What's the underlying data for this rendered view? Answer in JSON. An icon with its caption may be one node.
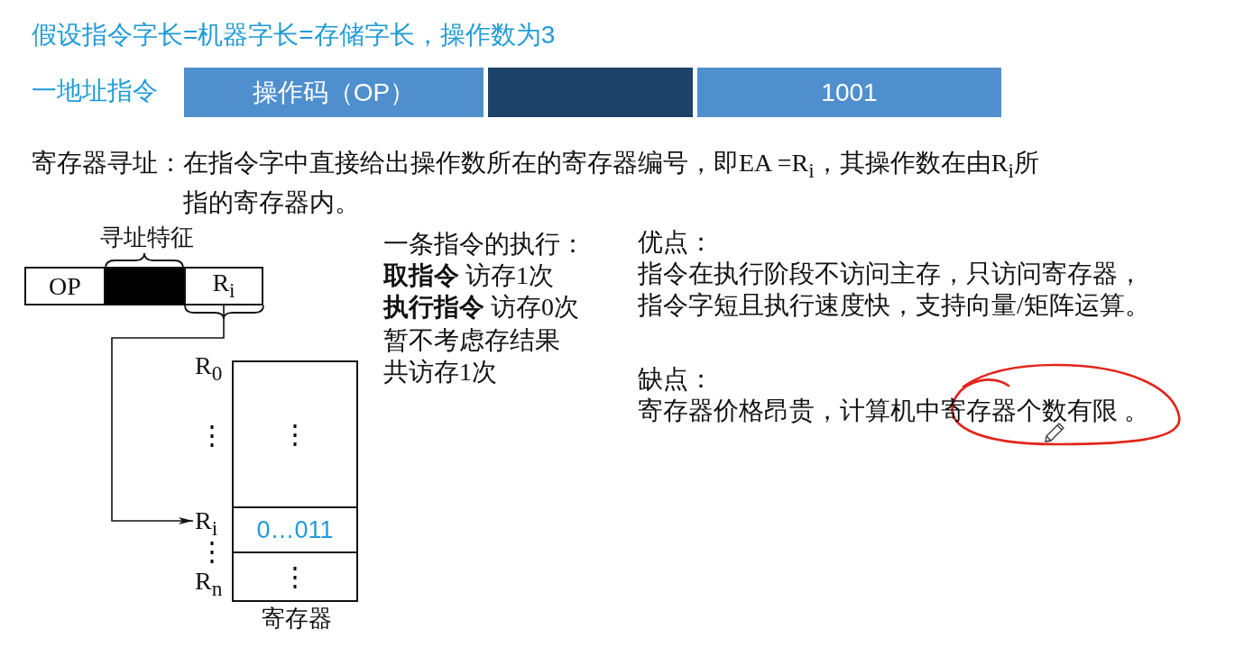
{
  "diagram": {
    "title": "假设指令字长=机器字长=存储字长，操作数为3",
    "nodes": [
      {
        "text": [
          "操作码（OP）"
        ]
      },
      {
        "text": [],
        "shape": "bar"
      },
      {
        "text": [
          "1001"
        ]
      },
      {
        "text": [
          "OP"
        ]
      },
      {
        "text": [],
        "shape": "box",
        "beside": [
          "寻址特征"
        ]
      },
      {
        "text": [
          "R$_{i}$"
        ]
      },
      {
        "text": [
          "寄存器"
        ]
      },
      {
        "text": [
          "⋮"
        ],
        "in": 6
      },
      {
        "text": [
          "0…011"
        ],
        "in": 6
      },
      {
        "text": [
          "⋮"
        ],
        "in": 6
      },
      {
        "text": [
          "R$_{i}$"
        ]
      }
    ],
    "edges": [
      {
        "from": 5,
        "to": 10,
        "arrow": "to"
      }
    ],
    "labels": [
      "一地址指令",
      "寄存器寻址：在指令字中直接给出操作数所在的寄存器编号，即EA =R$_{i}$，其操作数在由R$_{i}$所指的寄存器内。",
      "R$_{0}$",
      "⋮",
      "⋮",
      "R$_{n}$",
      "一条指令的执行：",
      "**取指令** 访存1次",
      "**执行指令** 访存0次",
      "暂不考虑存结果",
      "共访存1次",
      "优点：",
      "指令在执行阶段不访问主存，只访问寄存器，指令字短且执行速度快，支持向量/矩阵运算。",
      "缺点：",
      "寄存器价格昂贵，计算机中寄存器个数有限 。"
    ]
  }
}
